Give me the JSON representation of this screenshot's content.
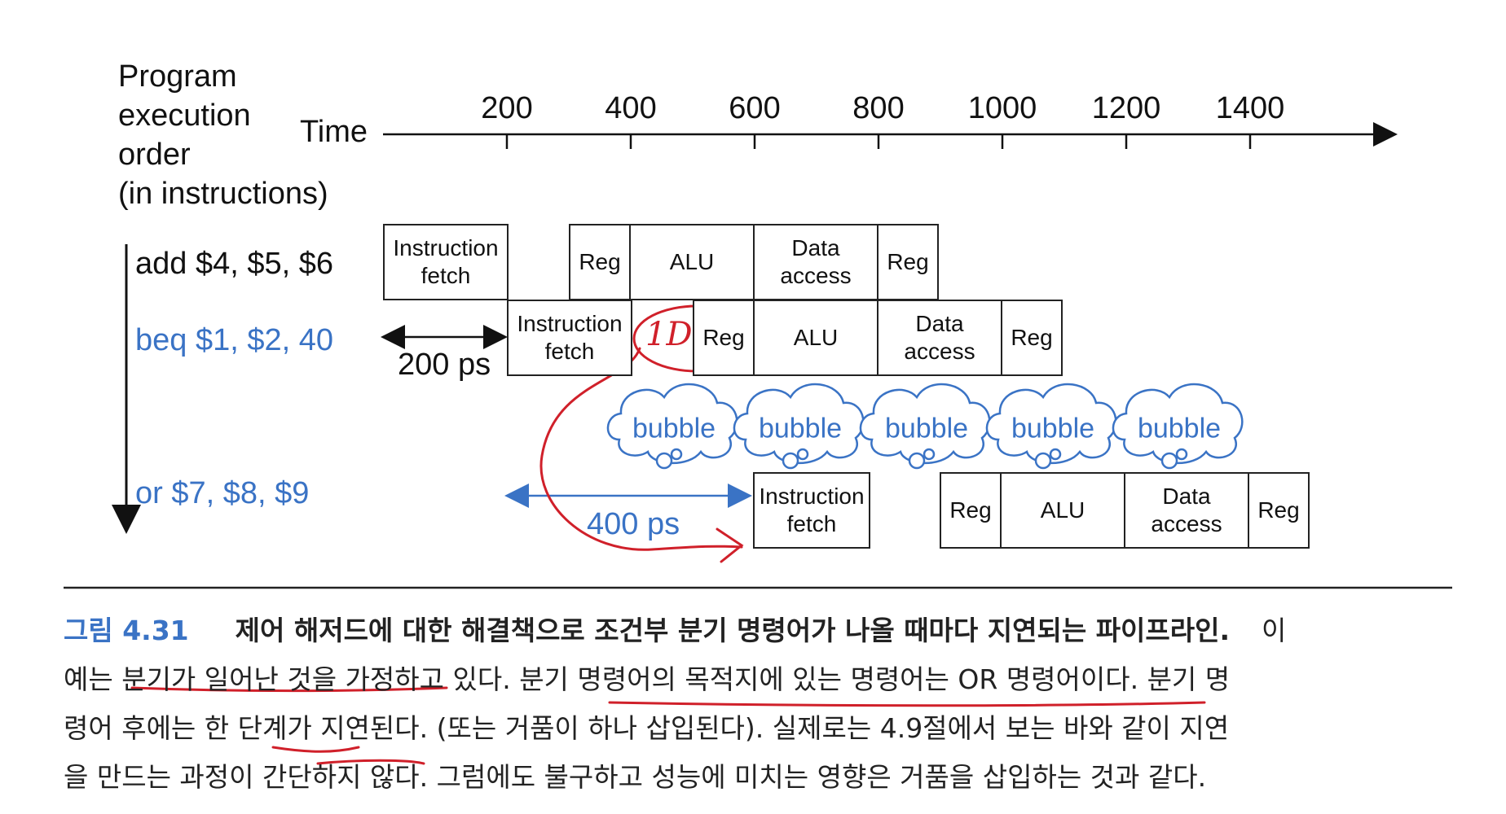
{
  "axis": {
    "y_title": [
      "Program",
      "execution",
      "order",
      "(in instructions)"
    ],
    "x_title": "Time",
    "ticks": [
      "200",
      "400",
      "600",
      "800",
      "1000",
      "1200",
      "1400"
    ]
  },
  "instructions": [
    {
      "text": "add $4, $5, $6",
      "color": "#111111"
    },
    {
      "text": "beq $1, $2, 40",
      "color": "#3a73c5"
    },
    {
      "text": "or $7, $8, $9",
      "color": "#3a73c5"
    }
  ],
  "rows": {
    "add": [
      "Instruction\nfetch",
      "Reg",
      "ALU",
      "Data\naccess",
      "Reg"
    ],
    "beq": [
      "Instruction\nfetch",
      "Reg",
      "ALU",
      "Data\naccess",
      "Reg"
    ],
    "or": [
      "Instruction\nfetch",
      "Reg",
      "ALU",
      "Data\naccess",
      "Reg"
    ]
  },
  "bubbles": [
    "bubble",
    "bubble",
    "bubble",
    "bubble",
    "bubble"
  ],
  "intervals": {
    "a": "200 ps",
    "b": "400 ps"
  },
  "caption": {
    "number": "그림 4.31",
    "title": "제어 해저드에 대한 해결책으로 조건부 분기 명령어가 나올 때마다 지연되는 파이프라인.",
    "line1_end": "이",
    "line2": "예는 분기가 일어난 것을 가정하고 있다. 분기 명령어의 목적지에 있는 명령어는 OR 명령어이다. 분기 명",
    "line3": "령어 후에는 한 단계가 지연된다. (또는 거품이 하나 삽입된다). 실제로는 4.9절에서 보는 바와 같이 지연",
    "line4": "을 만드는 과정이 간단하지 않다. 그럼에도 불구하고 성능에 미치는 영향은 거품을 삽입하는 것과 같다."
  },
  "annotation": {
    "handwritten": "1D",
    "ink_color": "#d0202a",
    "accent": "#3a73c5"
  }
}
